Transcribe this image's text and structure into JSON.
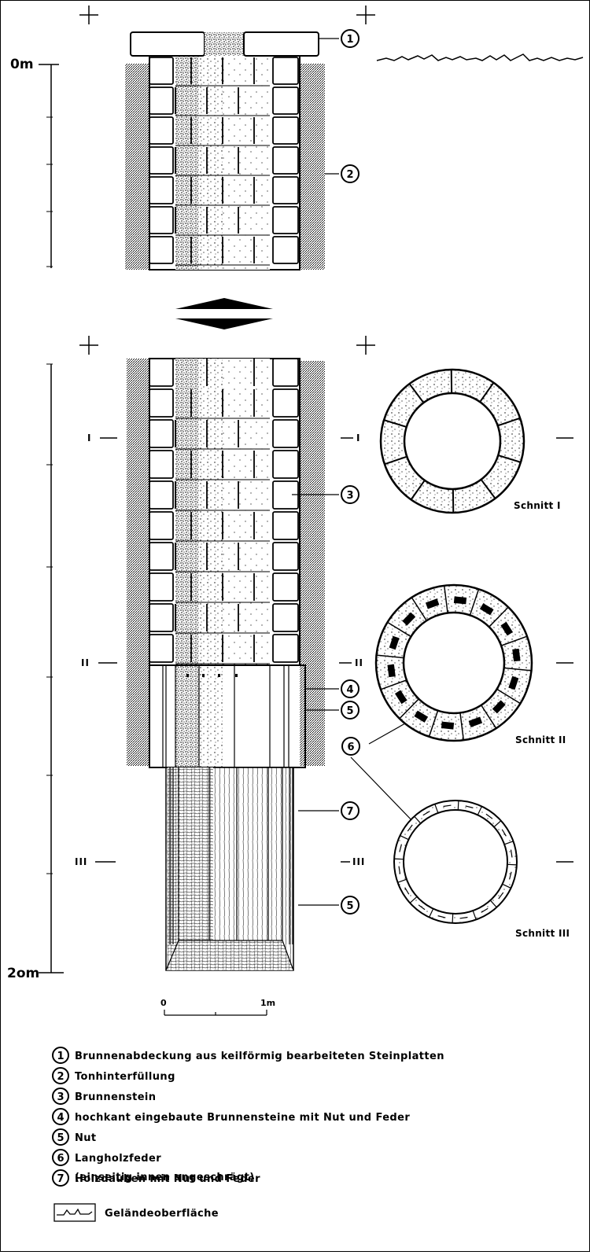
{
  "depth_labels": {
    "top": "0m",
    "bottom": "2om"
  },
  "scale_bar": {
    "start": "0",
    "end": "1m"
  },
  "levels": [
    {
      "id": "I",
      "left": "I",
      "right": "I"
    },
    {
      "id": "II",
      "left": "II",
      "right": "II"
    },
    {
      "id": "III",
      "left": "III",
      "right": "III"
    }
  ],
  "sections": [
    {
      "id": "I",
      "label": "Schnitt  I"
    },
    {
      "id": "II",
      "label": "Schnitt  II"
    },
    {
      "id": "III",
      "label": "Schnitt  III"
    }
  ],
  "callout_numbers": [
    "1",
    "2",
    "3",
    "4",
    "5",
    "6",
    "7"
  ],
  "legend": [
    {
      "number": "1",
      "text": "Brunnenabdeckung  aus  keilförmig  bearbeiteten  Steinplatten"
    },
    {
      "number": "2",
      "text": "Tonhinterfüllung"
    },
    {
      "number": "3",
      "text": "Brunnenstein"
    },
    {
      "number": "4",
      "text": "hochkant  eingebaute  Brunnensteine  mit  Nut  und  Feder"
    },
    {
      "number": "5",
      "text": "Nut"
    },
    {
      "number": "6",
      "text": "Langholzfeder"
    },
    {
      "number": "7",
      "text": "Holzdauben  mit  Nut  und  Feder"
    }
  ],
  "legend_note": "(einseitig  innen  angeschrägt)",
  "terrain_legend": "Geländeoberfläche"
}
